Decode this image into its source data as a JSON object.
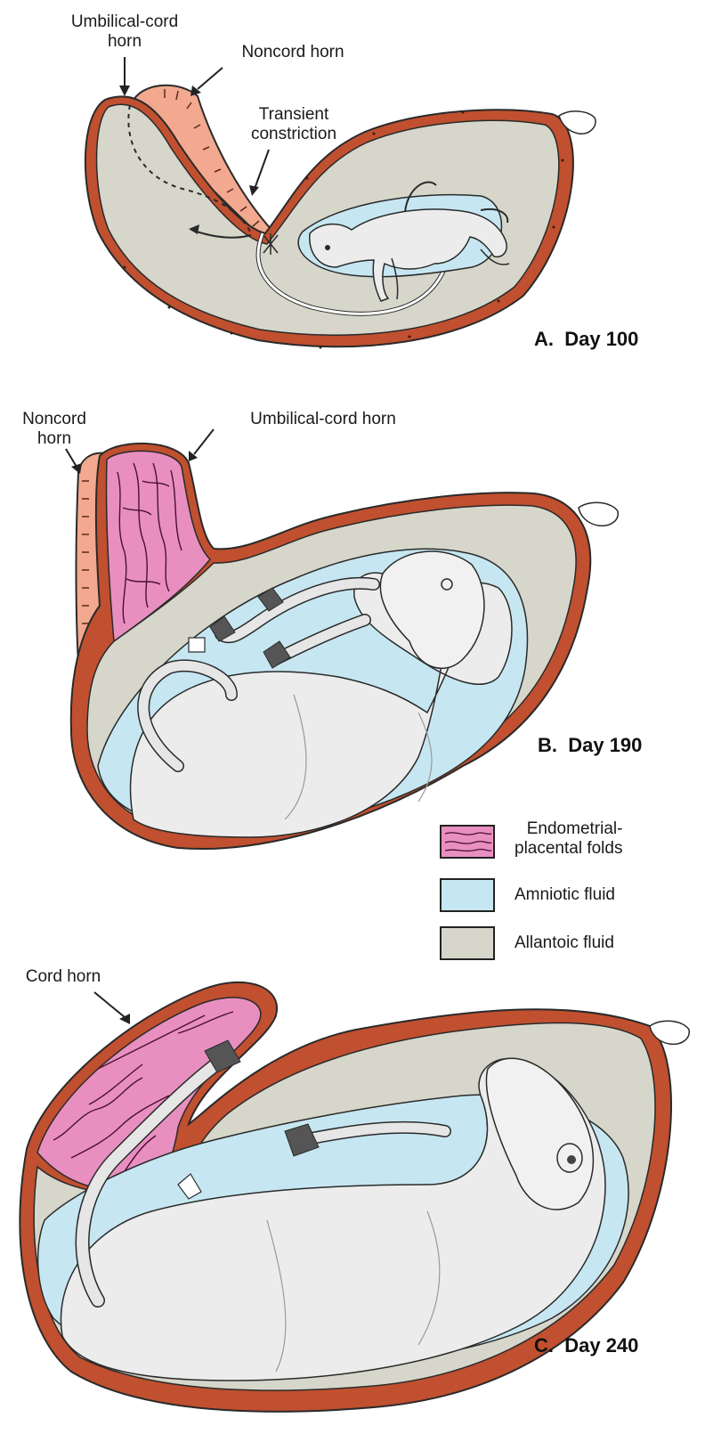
{
  "panels": [
    {
      "id": "A",
      "caption": "A.  Day 100",
      "labels": {
        "umbilical_cord_horn": "Umbilical-cord\nhorn",
        "noncord_horn": "Noncord horn",
        "transient_constriction": "Transient\nconstriction"
      }
    },
    {
      "id": "B",
      "caption": "B.  Day 190",
      "labels": {
        "noncord_horn": "Noncord\nhorn",
        "umbilical_cord_horn": "Umbilical-cord horn"
      }
    },
    {
      "id": "C",
      "caption": "C.  Day 240",
      "labels": {
        "cord_horn": "Cord horn"
      }
    }
  ],
  "legend": [
    {
      "label": "Endometrial-\nplacental folds",
      "color": "#e88fc0"
    },
    {
      "label": "Amniotic fluid",
      "color": "#c6e7f2"
    },
    {
      "label": "Allantoic fluid",
      "color": "#d7d6cb"
    }
  ],
  "colors": {
    "uterine_wall": "#c0502f",
    "allantoic": "#d7d6cb",
    "amniotic": "#c6e7f2",
    "noncord_horn": "#f2a98f",
    "folds": "#e88fc0",
    "fetus": "#ececec"
  }
}
